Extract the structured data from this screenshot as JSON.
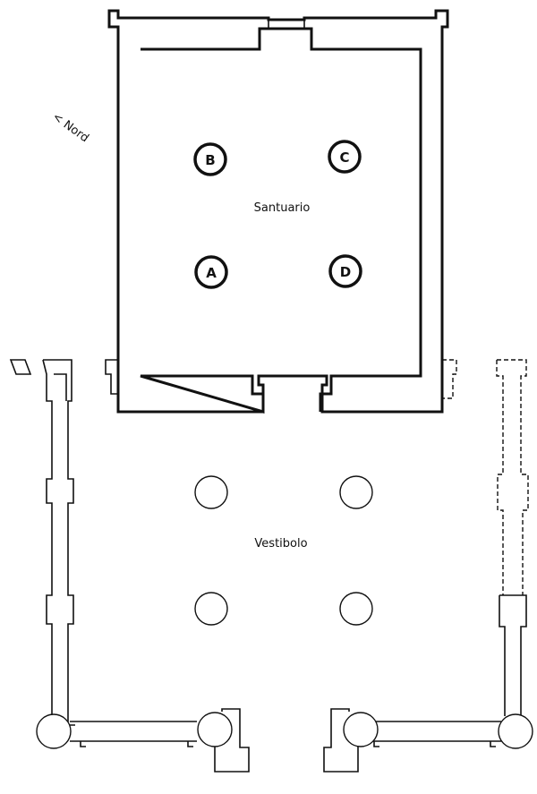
{
  "labels": {
    "north": "< Nord",
    "sanctuary": "Santuario",
    "vestibule": "Vestibolo"
  },
  "sanctuary_columns": [
    {
      "id": "a",
      "letter": "A"
    },
    {
      "id": "b",
      "letter": "B"
    },
    {
      "id": "c",
      "letter": "C"
    },
    {
      "id": "d",
      "letter": "D"
    }
  ]
}
